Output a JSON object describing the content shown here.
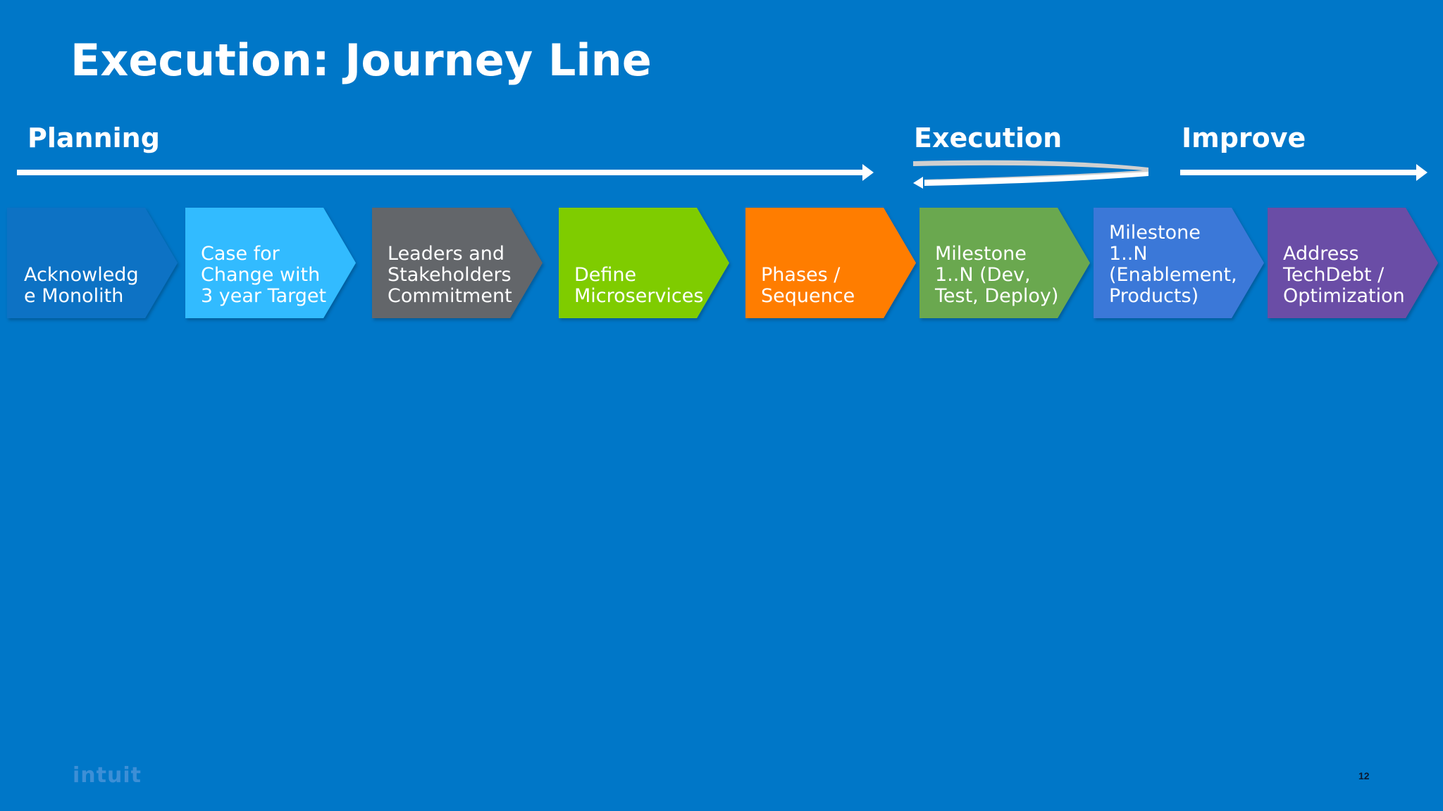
{
  "slide": {
    "title": "Execution: Journey Line",
    "page_number": "12",
    "logo_text": "intuit"
  },
  "phases": [
    {
      "label": "Planning"
    },
    {
      "label": "Execution"
    },
    {
      "label": "Improve"
    }
  ],
  "steps": [
    {
      "label": "Acknowledg\ne Monolith",
      "color": "#0a72c4"
    },
    {
      "label": "Case for\nChange with\n3 year Target",
      "color": "#33bbff"
    },
    {
      "label": "Leaders and\nStakeholders\nCommitment",
      "color": "#63666a"
    },
    {
      "label": "Define\nMicroservices",
      "color": "#7fcc00"
    },
    {
      "label": "Phases /\nSequence",
      "color": "#ff7d00"
    },
    {
      "label": "Milestone\n1..N (Dev,\nTest, Deploy)",
      "color": "#6aa84f"
    },
    {
      "label": "Milestone\n1..N\n(Enablement,\nProducts)",
      "color": "#3a78d8"
    },
    {
      "label": "Address\nTechDebt /\nOptimization",
      "color": "#6b4ea6"
    }
  ],
  "colors": {
    "background": "#0077c8",
    "arrow": "#ffffff",
    "loop_arrow_back": "#c8c8c8"
  }
}
